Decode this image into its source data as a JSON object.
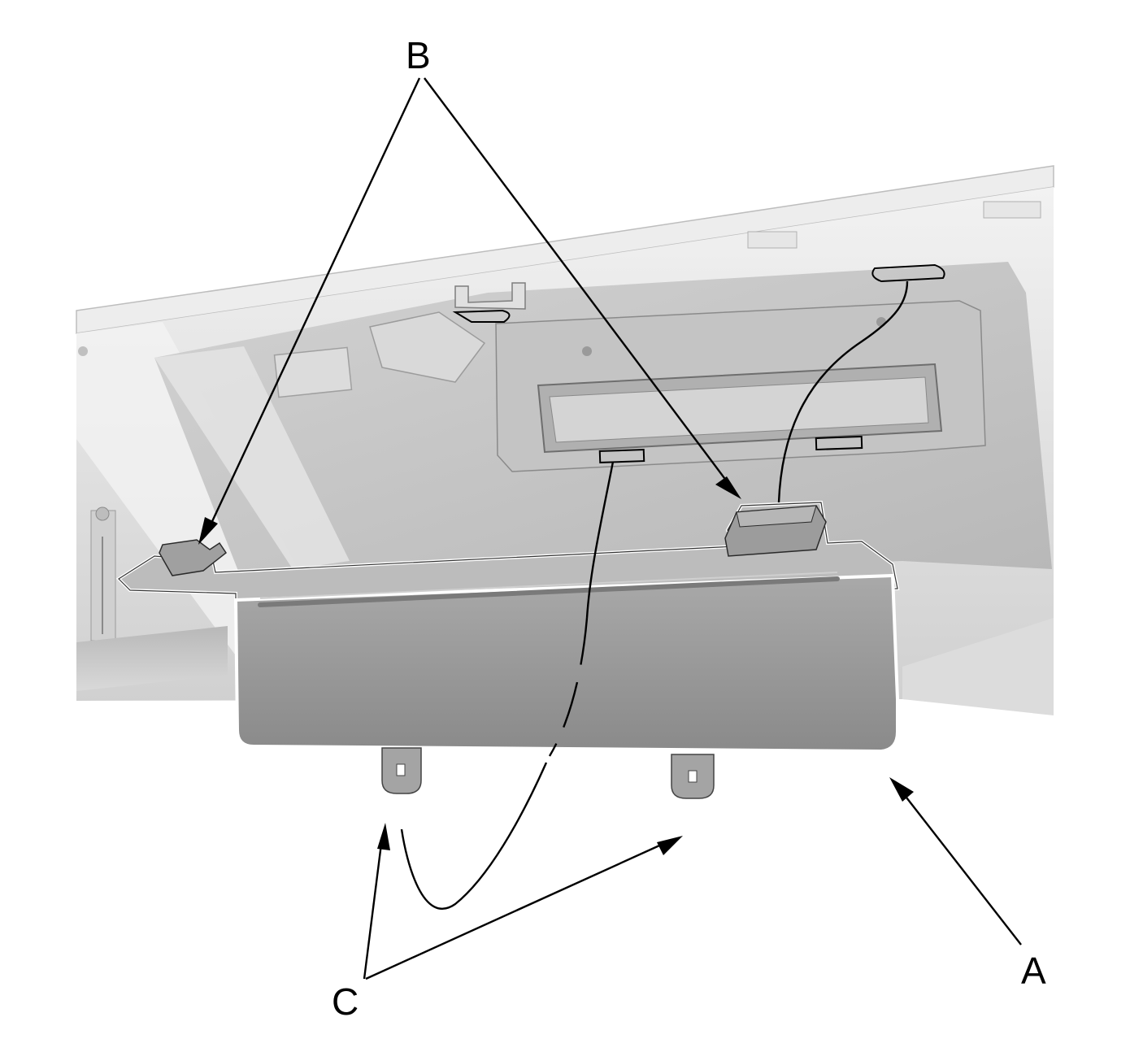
{
  "diagram": {
    "callouts": {
      "a": "A",
      "b": "B",
      "c": "C"
    },
    "colors": {
      "background": "#ffffff",
      "panel_light": "#e6e6e6",
      "panel_mid": "#c8c8c8",
      "panel_dark": "#8e8e8e",
      "cover_face": "#9a9a9a",
      "cover_top": "#bdbdbd",
      "line": "#000000"
    }
  }
}
